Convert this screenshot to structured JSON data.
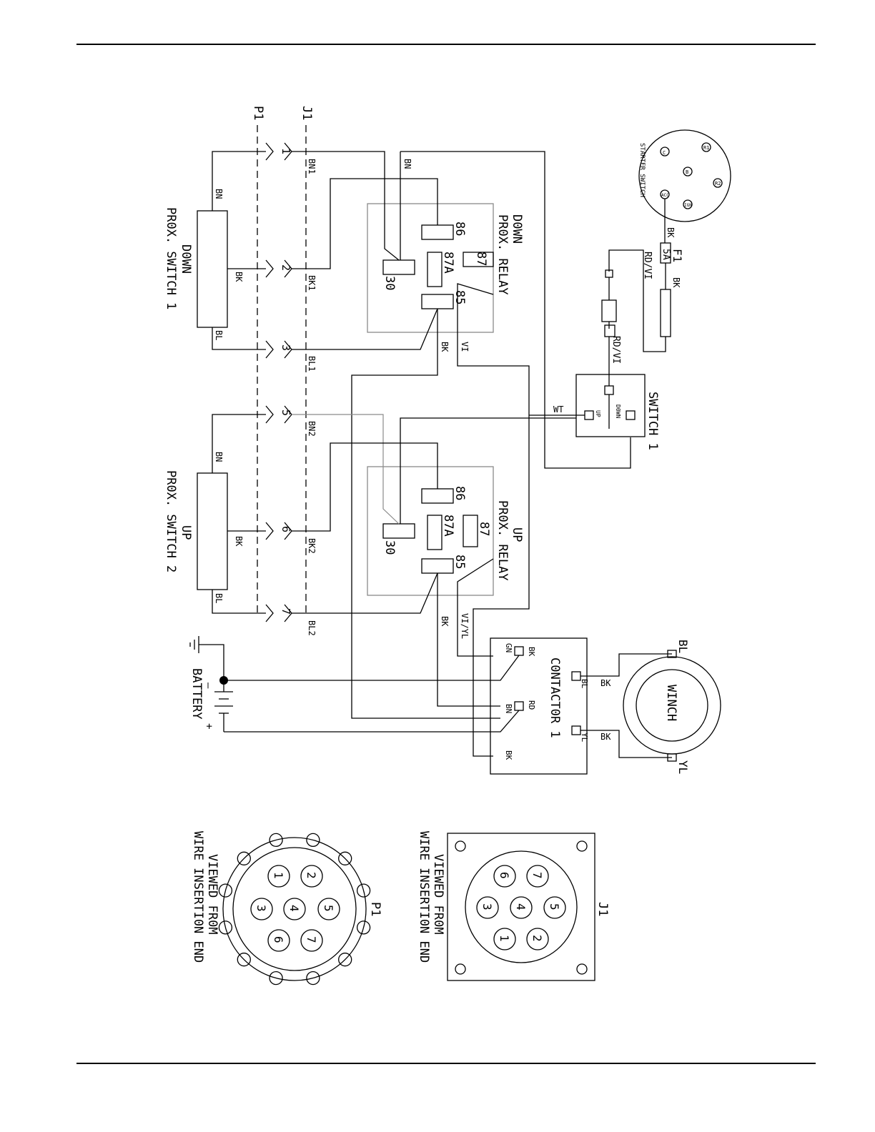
{
  "connectors": {
    "p1": "P1",
    "j1": "J1"
  },
  "pins": {
    "p1": [
      "1",
      "2",
      "3",
      "5",
      "6",
      "7"
    ],
    "wires": [
      "BN1",
      "BK1",
      "BL1",
      "BN2",
      "BK2",
      "BL2"
    ]
  },
  "prox_switch_down": {
    "line1": "D0WN",
    "line2": "PR0X. SWITCH 1",
    "wire_top": "BN",
    "wire_mid": "BK",
    "wire_bot": "BL"
  },
  "prox_switch_up": {
    "line1": "UP",
    "line2": "PR0X. SWITCH 2",
    "wire_top": "BN",
    "wire_mid": "BK",
    "wire_bot": "BL"
  },
  "relay_down": {
    "line1": "D0WN",
    "line2": "PR0X. RELAY",
    "t86": "86",
    "t87": "87",
    "t87a": "87A",
    "t85": "85",
    "t30": "30",
    "wire_bn": "BN",
    "wire_bk": "BK",
    "wire_vi": "VI"
  },
  "relay_up": {
    "line1": "UP",
    "line2": "PR0X. RELAY",
    "t86": "86",
    "t87": "87",
    "t87a": "87A",
    "t85": "85",
    "t30": "30",
    "wire_bk": "BK",
    "wire_vi": "VI/YL"
  },
  "starter": {
    "label": "STARTER SWITCH",
    "terminals": [
      "C",
      "R1",
      "B",
      "R2",
      "ACC",
      "IGN"
    ]
  },
  "fuse": {
    "name": "F1",
    "rating": "5A",
    "wire_in": "BK",
    "wire_out": "BK",
    "wire_rdvi": "RD/VI",
    "wire_rdvi2": "RD/VI"
  },
  "switch": {
    "name": "SWITCH 1",
    "up": "UP",
    "down": "D0WN",
    "wire_wt": "WT"
  },
  "contactor": {
    "name": "C0NTACT0R 1",
    "gn": "GN",
    "bk": "BK",
    "rd": "RD",
    "bn": "BN",
    "bk2": "BK",
    "bl": "BL",
    "yl": "YL",
    "wire_bk1": "BK",
    "wire_bk2": "BK"
  },
  "winch": {
    "name": "WINCH",
    "bl": "BL",
    "yl": "YL"
  },
  "battery": {
    "name": "BATTERY",
    "minus": "–",
    "plus": "+"
  },
  "p1_view": {
    "name": "P1",
    "line1": "VIEWED FR0M",
    "line2": "WIRE INSERTI0N END",
    "pins": [
      "1",
      "2",
      "3",
      "4",
      "5",
      "6",
      "7"
    ]
  },
  "j1_view": {
    "name": "J1",
    "line1": "VIEWED FR0M",
    "line2": "WIRE INSERTI0N END",
    "pins": [
      "1",
      "2",
      "3",
      "4",
      "5",
      "6",
      "7"
    ]
  }
}
